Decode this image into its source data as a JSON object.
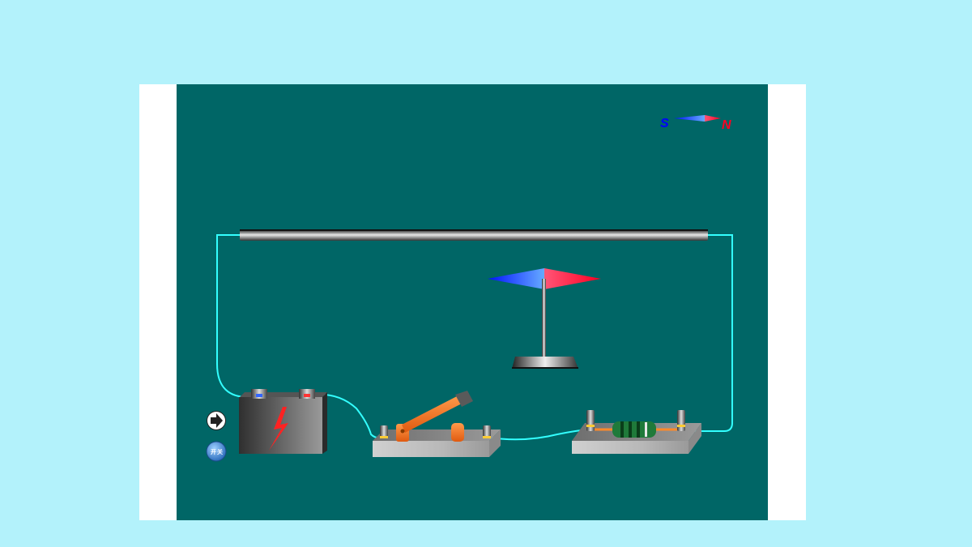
{
  "legend": {
    "south_label": "S",
    "north_label": "N"
  },
  "controls": {
    "play_icon": "arrow-right-icon",
    "switch_icon": "on-off-icon",
    "switch_on_label": "开",
    "switch_off_label": "关"
  },
  "colors": {
    "stage": "#006666",
    "wire": "#33ffff",
    "south": "#0000ff",
    "north": "#ff0033",
    "switch_lever": "#ff7722",
    "battery_bolt": "#ff2222"
  }
}
